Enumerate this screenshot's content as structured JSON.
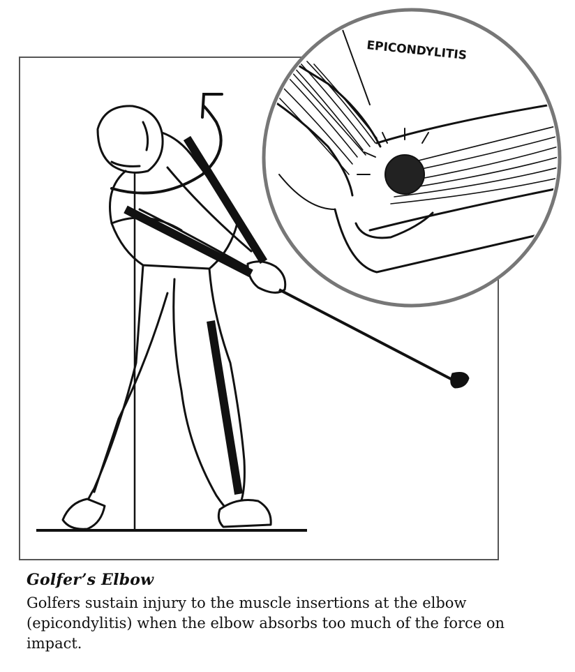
{
  "inset": {
    "label": "EPICONDYLITIS"
  },
  "caption": {
    "title": "Golfer’s Elbow",
    "body": "Golfers sustain injury to the muscle insertions at the elbow (epicondylitis) when the elbow absorbs too much of the force on impact."
  },
  "colors": {
    "ink": "#111111",
    "frame": "#555555",
    "paper": "#ffffff"
  }
}
